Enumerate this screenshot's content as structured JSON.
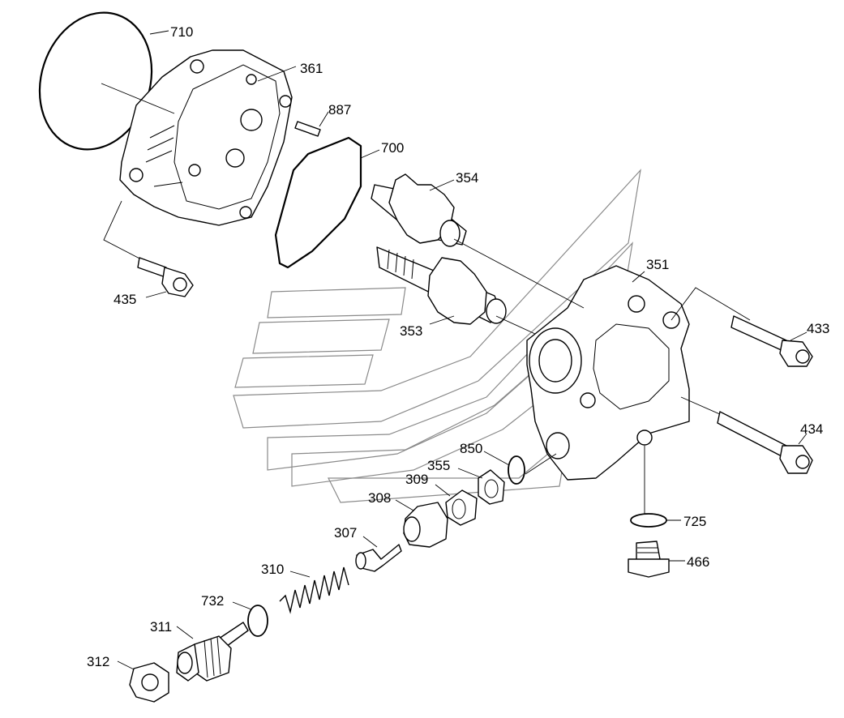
{
  "callouts": {
    "c710": "710",
    "c361": "361",
    "c887": "887",
    "c700": "700",
    "c354": "354",
    "c351": "351",
    "c435": "435",
    "c353": "353",
    "c433": "433",
    "c434": "434",
    "c850": "850",
    "c355": "355",
    "c309": "309",
    "c308": "308",
    "c725": "725",
    "c466": "466",
    "c307": "307",
    "c310": "310",
    "c732": "732",
    "c311": "311",
    "c312": "312"
  }
}
